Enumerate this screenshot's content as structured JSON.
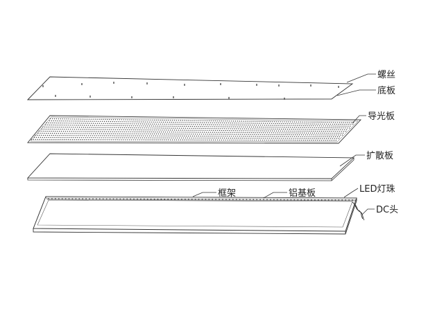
{
  "labels": {
    "screw": "螺丝",
    "base_plate": "底板",
    "light_guide": "导光板",
    "diffuser": "扩散板",
    "frame": "框架",
    "aluminum_board": "铝基板",
    "led_beads": "LED灯珠",
    "dc_connector": "DC头"
  },
  "colors": {
    "line": "#333333",
    "text": "#222222",
    "dots": "#444444",
    "background": "#ffffff"
  }
}
